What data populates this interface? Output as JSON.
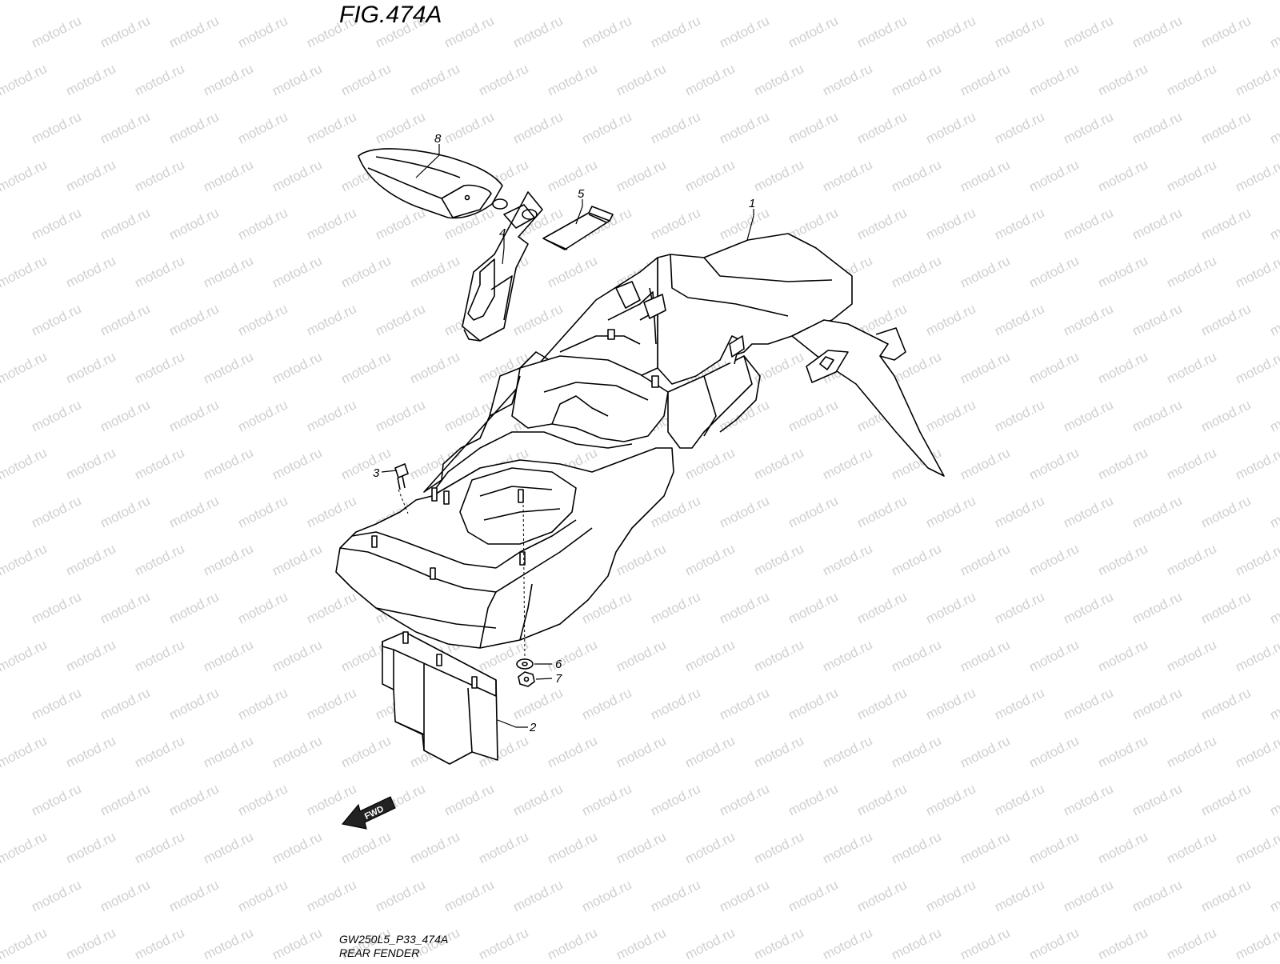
{
  "figure": {
    "title": "FIG.474A",
    "code": "GW250L5_P33_474A",
    "name": "REAR FENDER"
  },
  "watermark": {
    "text": "motod.ru",
    "color": "#cfcfcf"
  },
  "forward_arrow": {
    "label": "FWD"
  },
  "callouts": [
    {
      "number": "1"
    },
    {
      "number": "2"
    },
    {
      "number": "3"
    },
    {
      "number": "4"
    },
    {
      "number": "5"
    },
    {
      "number": "6"
    },
    {
      "number": "7"
    },
    {
      "number": "8"
    }
  ]
}
